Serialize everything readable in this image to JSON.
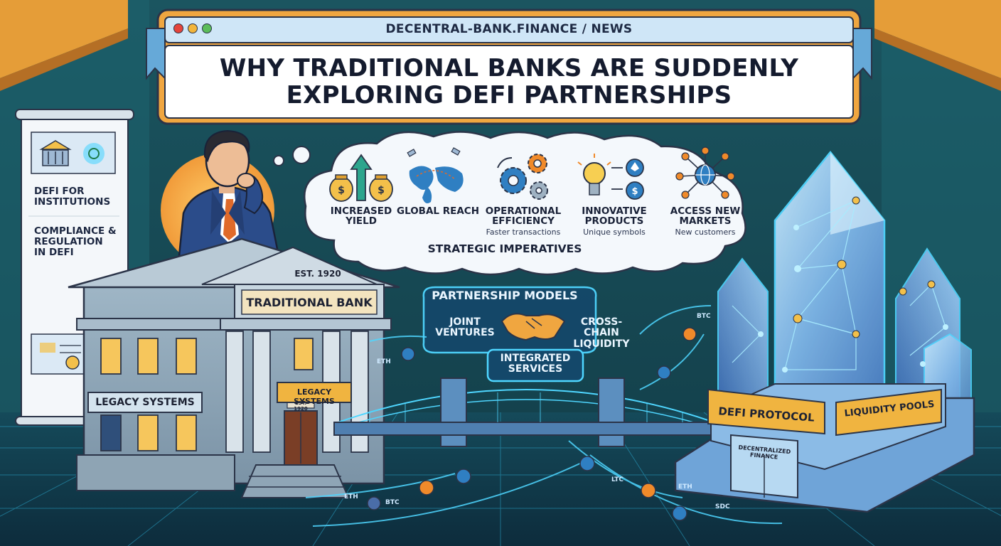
{
  "browser": {
    "url": "DECENTRAL-BANK.FINANCE  /  NEWS",
    "headline_line1": "WHY TRADITIONAL BANKS ARE SUDDENLY",
    "headline_line2": "EXPLORING DEFI PARTNERSHIPS",
    "dots": [
      "#e5443b",
      "#f2b53a",
      "#5bbd5a"
    ]
  },
  "thought": {
    "benefits": [
      {
        "title": "INCREASED YIELD",
        "subtitle": "",
        "icon": "money-bags-arrow-icon"
      },
      {
        "title": "GLOBAL REACH",
        "subtitle": "",
        "icon": "world-map-satellite-icon"
      },
      {
        "title": "OPERATIONAL EFFICIENCY",
        "subtitle": "Faster transactions",
        "icon": "gears-icon"
      },
      {
        "title": "INNOVATIVE PRODUCTS",
        "subtitle": "Unique symbols",
        "icon": "lightbulb-crypto-icon"
      },
      {
        "title": "ACCESS NEW MARKETS",
        "subtitle": "New customers",
        "icon": "network-globe-icon"
      }
    ],
    "caption": "STRATEGIC IMPERATIVES"
  },
  "poster": {
    "item1": "DEFI FOR INSTITUTIONS",
    "item2": "COMPLIANCE & REGULATION IN DEFI"
  },
  "bank": {
    "est": "EST. 1920",
    "name": "TRADITIONAL BANK",
    "sign_left": "LEGACY SYSTEMS",
    "sign_right": "LEGACY SYSTEMS",
    "door_plate": "EST. 1920"
  },
  "partnership": {
    "title": "PARTNERSHIP MODELS",
    "left": "JOINT VENTURES",
    "right": "CROSS-CHAIN LIQUIDITY",
    "bottom": "INTEGRATED SERVICES"
  },
  "defi": {
    "sign_left": "DEFI PROTOCOL",
    "sign_right": "LIQUIDITY POOLS",
    "door_label": "DECENTRALIZED FINANCE"
  },
  "tokens": {
    "eth": "ETH",
    "btc": "BTC",
    "ltc": "LTC",
    "usdc": "SDC"
  },
  "colors": {
    "background": "#16404a",
    "cyan_glow": "#4fd6ff",
    "gold": "#f3c04a",
    "navy": "#1a2238"
  }
}
